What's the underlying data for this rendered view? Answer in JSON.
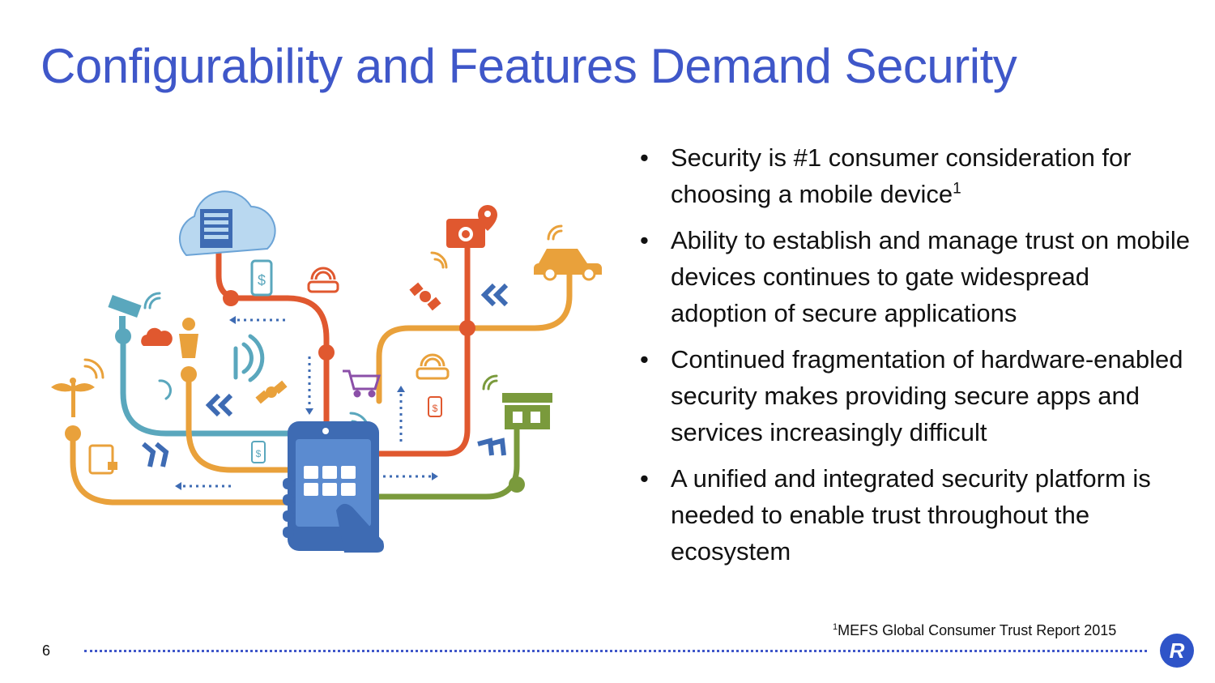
{
  "slide": {
    "title": "Configurability and Features Demand Security",
    "page_number": "6",
    "logo_letter": "R"
  },
  "bullets": [
    {
      "text": "Security is #1 consumer consideration for choosing a mobile device",
      "sup": "1"
    },
    {
      "text": "Ability to establish and manage trust on mobile devices continues to gate widespread adoption of secure applications",
      "sup": ""
    },
    {
      "text": "Continued fragmentation of hardware-enabled security makes providing secure apps and services increasingly difficult",
      "sup": ""
    },
    {
      "text": "A unified and integrated security platform is needed to enable trust throughout the ecosystem",
      "sup": ""
    }
  ],
  "footnote": {
    "marker": "1",
    "text": "MEFS Global Consumer Trust Report 2015"
  },
  "illustration": {
    "icons": {
      "dollar": "$"
    },
    "colors": {
      "blue": "#3e6bb3",
      "teal": "#5aa7bd",
      "orange": "#e9a13b",
      "red": "#e0582f",
      "green": "#7a9a3c",
      "purple": "#8b4fa8",
      "title": "#3f57c9"
    }
  }
}
